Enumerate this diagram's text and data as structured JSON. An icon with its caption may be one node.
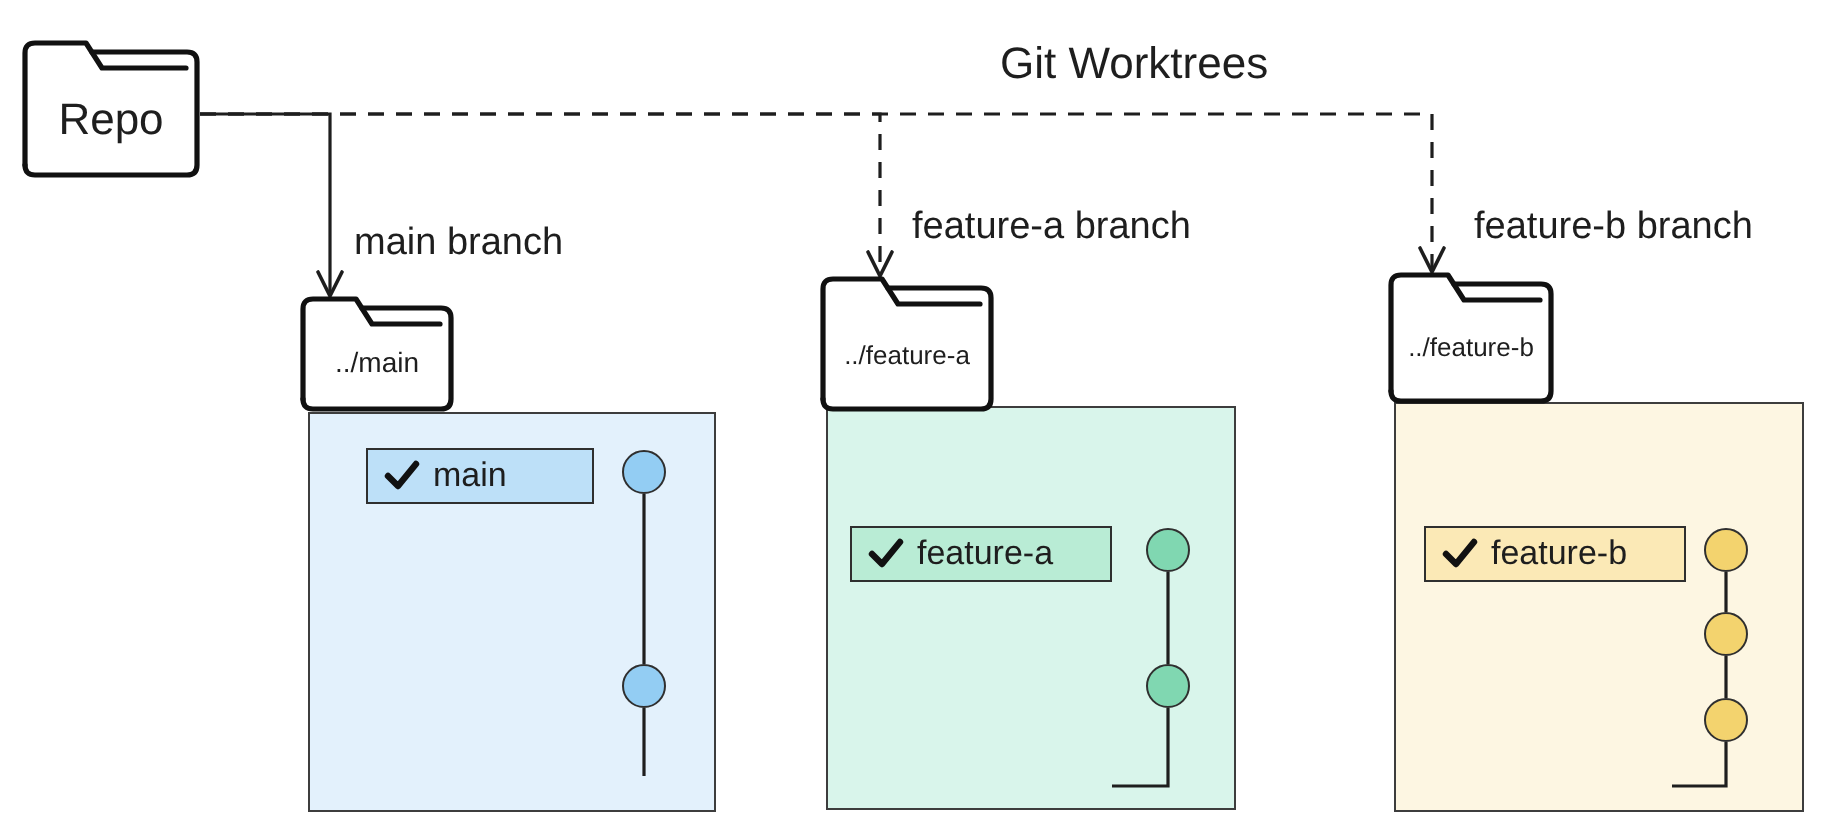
{
  "diagram": {
    "title": "Git Worktrees",
    "nodes": [
      {
        "text": [
          "Repo"
        ]
      },
      {
        "text": [
          "../main"
        ]
      },
      {
        "text": [],
        "shape": "box"
      },
      {
        "text": [
          "main"
        ],
        "in": 2
      },
      {
        "text": [],
        "shape": "circle",
        "in": 2
      },
      {
        "text": [],
        "shape": "circle",
        "in": 2
      },
      {
        "text": [
          "../feature-a"
        ]
      },
      {
        "text": [],
        "shape": "box"
      },
      {
        "text": [
          "feature-a"
        ],
        "in": 7
      },
      {
        "text": [],
        "shape": "circle",
        "in": 7
      },
      {
        "text": [],
        "shape": "circle",
        "in": 7
      },
      {
        "text": [
          "../feature-b"
        ]
      },
      {
        "text": [],
        "shape": "box"
      },
      {
        "text": [
          "feature-b"
        ],
        "in": 12
      },
      {
        "text": [],
        "shape": "circle",
        "in": 12
      },
      {
        "text": [],
        "shape": "circle",
        "in": 12
      },
      {
        "text": [],
        "shape": "circle",
        "in": 12
      }
    ],
    "edges": [
      {
        "from": 0,
        "to": 1,
        "arrow": "to",
        "label": "main branch"
      },
      {
        "from": 0,
        "to": 6,
        "arrow": "to",
        "label": "feature-a branch",
        "style": "dashed"
      },
      {
        "from": 0,
        "to": 11,
        "arrow": "to",
        "label": "feature-b branch",
        "style": "dashed"
      },
      {
        "from": 4,
        "to": 5,
        "arrow": "none"
      },
      {
        "from": 5,
        "to": null,
        "arrow": "none"
      },
      {
        "from": 9,
        "to": 10,
        "arrow": "none"
      },
      {
        "from": 10,
        "to": null,
        "arrow": "none"
      },
      {
        "from": 14,
        "to": 15,
        "arrow": "none"
      },
      {
        "from": 15,
        "to": 16,
        "arrow": "none"
      },
      {
        "from": 16,
        "to": null,
        "arrow": "none"
      }
    ]
  }
}
